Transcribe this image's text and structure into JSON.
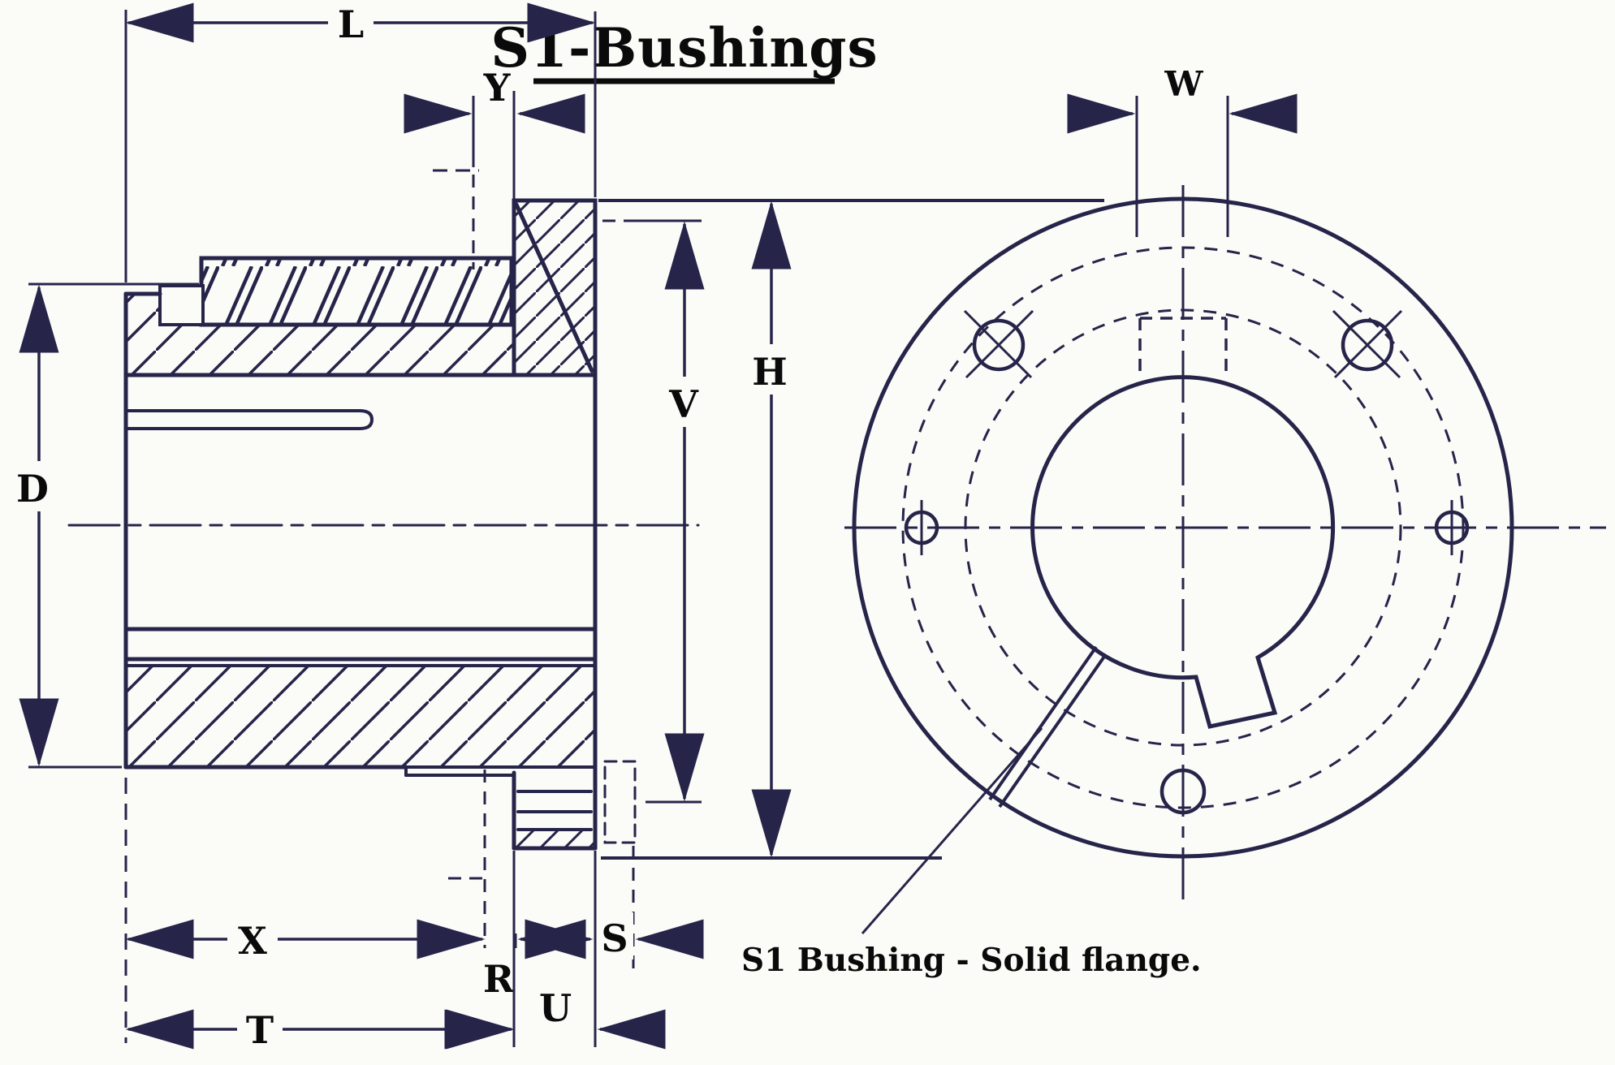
{
  "title": "S1-Bushings",
  "note_label": "S1 Bushing - Solid flange.",
  "labels": {
    "L": "L",
    "Y": "Y",
    "D": "D",
    "V": "V",
    "H": "H",
    "W": "W",
    "X": "X",
    "R": "R",
    "S": "S",
    "T": "T",
    "U": "U"
  },
  "colors": {
    "ink": "#27244a",
    "text": "#0a0a0a",
    "background": "#fbfbf8"
  }
}
